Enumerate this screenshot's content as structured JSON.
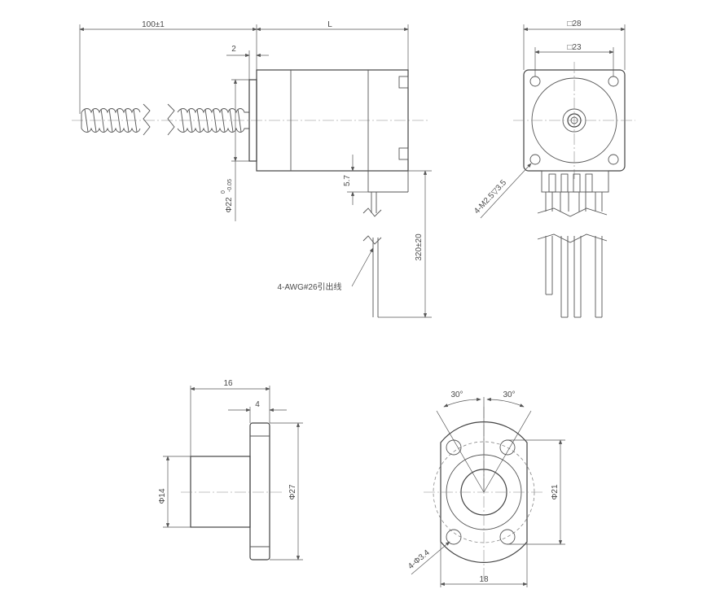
{
  "labels": {
    "screw_length": "100±1",
    "motor_length": "L",
    "shaft_offset": "2",
    "boss_dia_main": "Φ22",
    "boss_tol_upper": "0",
    "boss_tol_lower": "-0.05",
    "step_height": "5.7",
    "wire_length": "320±20",
    "wire_note": "4-AWG#26引出线",
    "flange_outer": "□28",
    "flange_hole_pitch": "□23",
    "mount_threads": "4-M2.5▽3.5",
    "nut_length": "16",
    "nut_flange_thick": "4",
    "nut_body_dia": "Φ14",
    "nut_flange_dia": "Φ27",
    "angle_left": "30°",
    "angle_right": "30°",
    "nut_flats": "Φ21",
    "nut_holes": "4-Φ3.4",
    "nut_flat_width": "18"
  }
}
